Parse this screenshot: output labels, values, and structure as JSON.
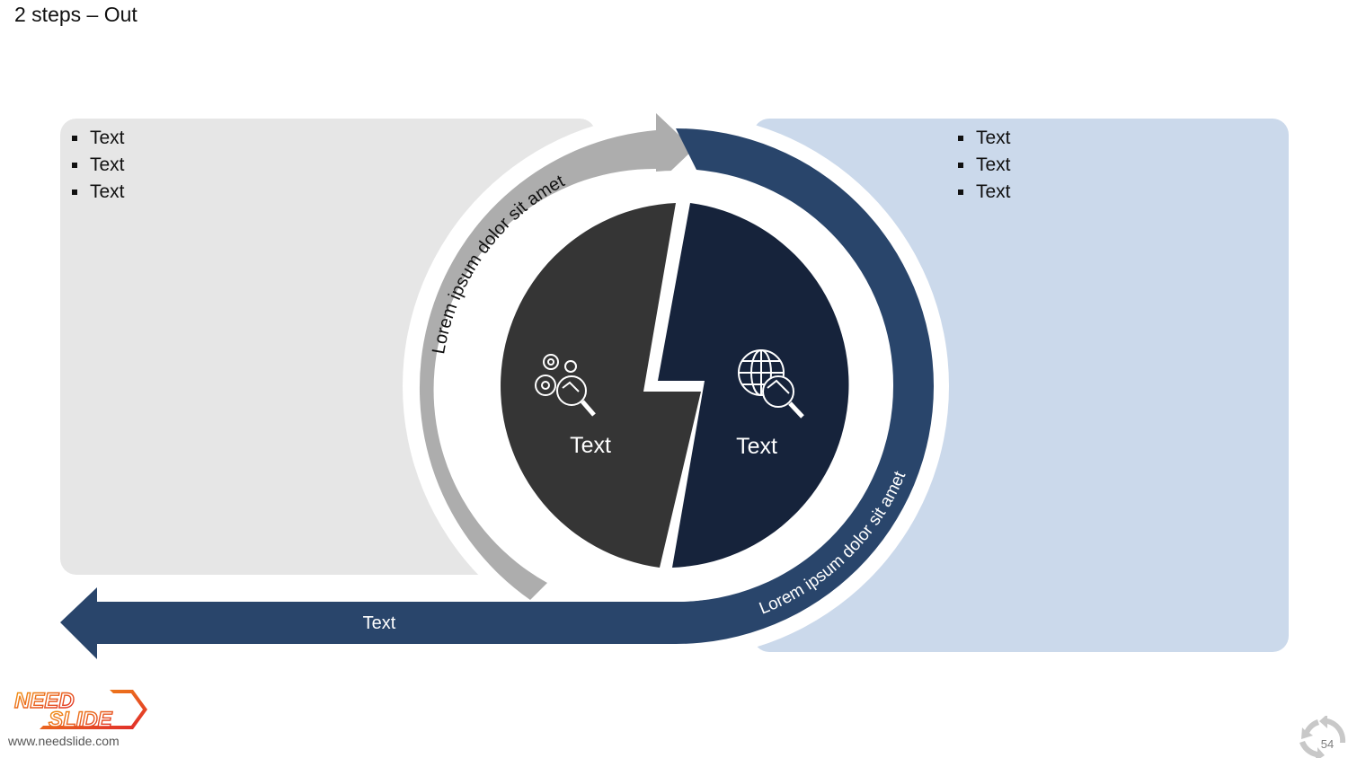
{
  "slide": {
    "title": "2 steps – Out",
    "page_number": "54"
  },
  "left_panel": {
    "bullets": [
      "Text",
      "Text",
      "Text"
    ],
    "color": "#e6e6e6"
  },
  "right_panel": {
    "bullets": [
      "Text",
      "Text",
      "Text"
    ],
    "color": "#cbd9eb"
  },
  "cycle": {
    "gray_arrow_text": "Lorem ipsum dolor sit amet",
    "blue_arrow_text": "Lorem ipsum dolor sit amet",
    "gray_color": "#adadad",
    "blue_color": "#29456b"
  },
  "center": {
    "left_half": {
      "label": "Text",
      "icon": "gears-magnifier-icon",
      "color": "#353535"
    },
    "right_half": {
      "label": "Text",
      "icon": "globe-magnifier-icon",
      "color": "#16233b"
    }
  },
  "out_arrow": {
    "label": "Text",
    "color": "#29456b"
  },
  "footer": {
    "logo_line1": "NEED",
    "logo_line2": "SLIDE",
    "url": "www.needslide.com",
    "logo_accent": "#e84c24"
  }
}
